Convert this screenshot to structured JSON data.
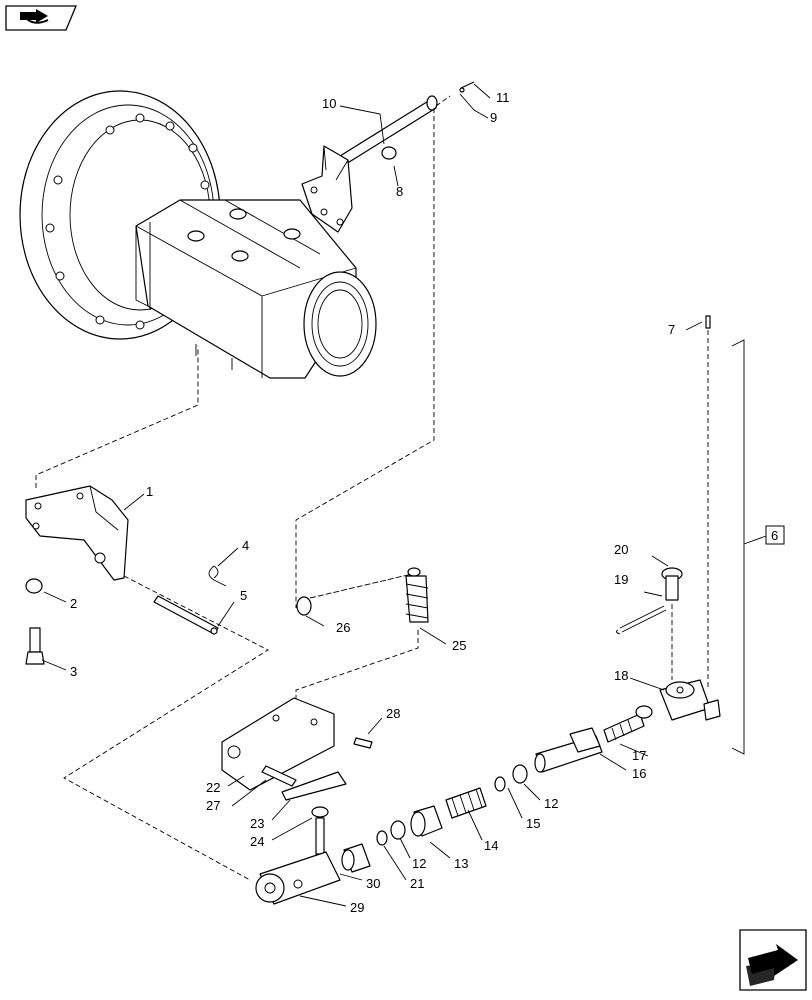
{
  "callouts": {
    "c1": "1",
    "c2": "2",
    "c3": "3",
    "c4": "4",
    "c5": "5",
    "c6": "6",
    "c7": "7",
    "c8": "8",
    "c9": "9",
    "c10": "10",
    "c11": "11",
    "c12a": "12",
    "c12b": "12",
    "c13": "13",
    "c14": "14",
    "c15": "15",
    "c16": "16",
    "c17": "17",
    "c18": "18",
    "c19": "19",
    "c20": "20",
    "c21": "21",
    "c22": "22",
    "c23": "23",
    "c24": "24",
    "c25": "25",
    "c26": "26",
    "c27": "27",
    "c28": "28",
    "c29": "29",
    "c30": "30"
  },
  "icons": {
    "top_left": "book-arrow-icon",
    "bottom_right": "next-page-arrow-icon"
  }
}
